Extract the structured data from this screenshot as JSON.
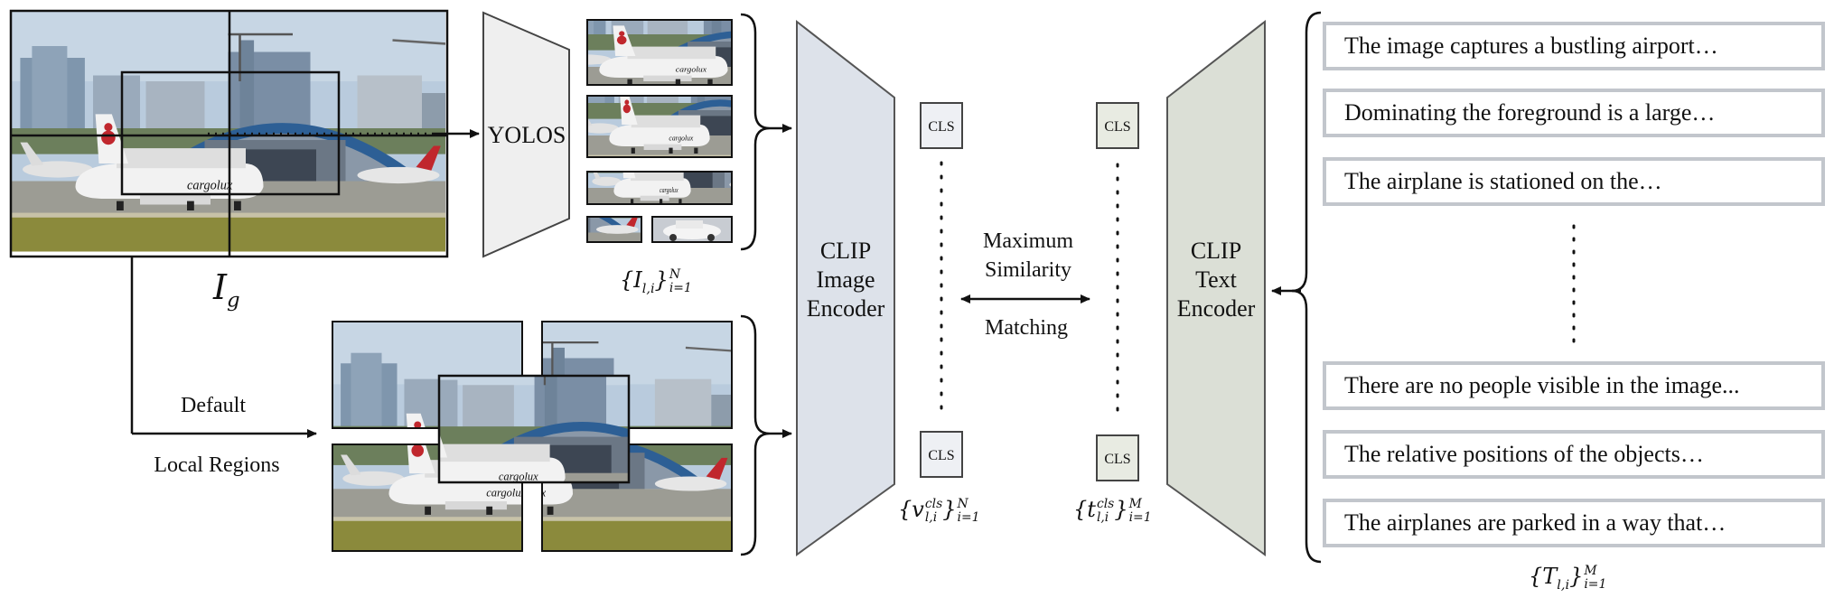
{
  "diagram": {
    "global_image_label": "I",
    "global_image_sub": "g",
    "detector_label": "YOLOS",
    "default_label": "Default",
    "local_regions_label": "Local Regions",
    "local_images_set": {
      "brace_l": "{",
      "base": "I",
      "sub": "l,i",
      "brace_r": "}",
      "sub2": "i=1",
      "sup2": "N"
    },
    "image_encoder": {
      "line1": "CLIP",
      "line2": "Image",
      "line3": "Encoder"
    },
    "text_encoder": {
      "line1": "CLIP",
      "line2": "Text",
      "line3": "Encoder"
    },
    "cls_token": "CLS",
    "matching": {
      "line1": "Maximum",
      "line2": "Similarity",
      "line3": "Matching"
    },
    "visual_tokens": {
      "brace_l": "{",
      "base": "v",
      "sub": "l,i",
      "sup": "cls",
      "brace_r": "}",
      "sub2": "i=1",
      "sup2": "N"
    },
    "text_tokens": {
      "brace_l": "{",
      "base": "t",
      "sub": "l,i",
      "sup": "cls",
      "brace_r": "}",
      "sub2": "i=1",
      "sup2": "M"
    },
    "captions_set": {
      "brace_l": "{",
      "base": "T",
      "sub": "l,i",
      "brace_r": "}",
      "sub2": "i=1",
      "sup2": "M"
    },
    "captions": [
      "The image captures a bustling airport…",
      "Dominating the foreground is a large…",
      "The airplane is stationed on the…",
      "There are no people visible in the image...",
      "The relative positions of the objects…",
      "The airplanes are parked in a way that…"
    ],
    "aircraft_livery_text": "cargolux",
    "colors": {
      "image_encoder_fill": "#dde2ea",
      "text_encoder_fill": "#dbdfd6",
      "yolos_fill": "#efefef",
      "cls_visual_fill": "#eef0f4",
      "cls_text_fill": "#e8ebe2",
      "caption_border": "#c2c6cc",
      "sky": "#b9cbdd",
      "grass": "#8b8a3c"
    }
  }
}
